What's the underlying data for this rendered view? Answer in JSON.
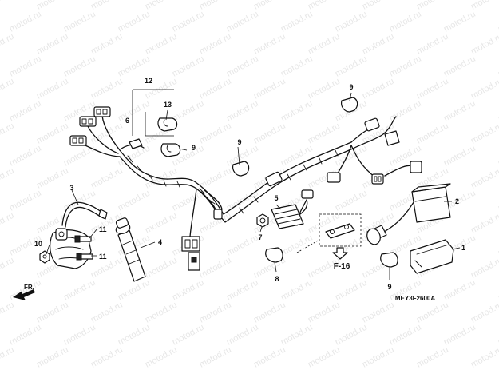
{
  "watermark": {
    "text": "motod.ru"
  },
  "callouts": {
    "c1": "1",
    "c2": "2",
    "c3": "3",
    "c4": "4",
    "c5": "5",
    "c6": "6",
    "c7": "7",
    "c8": "8",
    "c9a": "9",
    "c9b": "9",
    "c9c": "9",
    "c9d": "9",
    "c10": "10",
    "c11a": "11",
    "c11b": "11",
    "c12": "12",
    "c13": "13"
  },
  "reference": "F-16",
  "direction_label": "FR.",
  "diagram_code": "MEY3F2600A",
  "colors": {
    "line": "#111111",
    "watermark": "#e7e7e7"
  }
}
